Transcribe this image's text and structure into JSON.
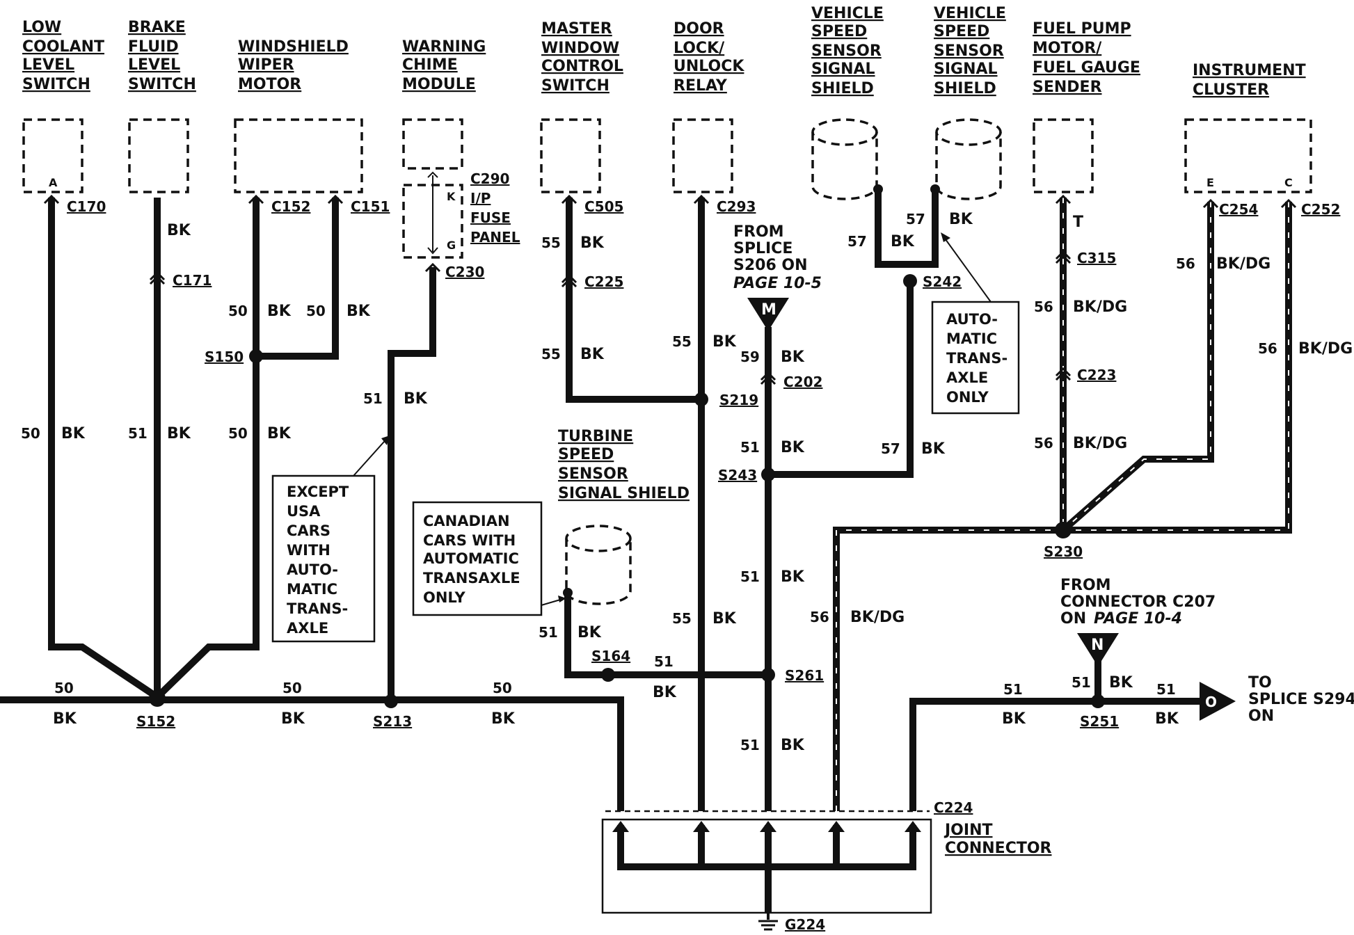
{
  "components": {
    "low_coolant": [
      "LOW",
      "COOLANT",
      "LEVEL",
      "SWITCH"
    ],
    "brake_fluid": [
      "BRAKE",
      "FLUID",
      "LEVEL",
      "SWITCH"
    ],
    "wiper_motor": [
      "WINDSHIELD",
      "WIPER",
      "MOTOR"
    ],
    "chime": [
      "WARNING",
      "CHIME",
      "MODULE"
    ],
    "window_switch": [
      "MASTER",
      "WINDOW",
      "CONTROL",
      "SWITCH"
    ],
    "door_relay": [
      "DOOR",
      "LOCK/",
      "UNLOCK",
      "RELAY"
    ],
    "vss_shield_1": [
      "VEHICLE",
      "SPEED",
      "SENSOR",
      "SIGNAL",
      "SHIELD"
    ],
    "vss_shield_2": [
      "VEHICLE",
      "SPEED",
      "SENSOR",
      "SIGNAL",
      "SHIELD"
    ],
    "fuel_pump": [
      "FUEL PUMP",
      "MOTOR/",
      "FUEL GAUGE",
      "SENDER"
    ],
    "cluster": [
      "INSTRUMENT",
      "CLUSTER"
    ],
    "fuse_panel": [
      "C290",
      "I/P",
      "FUSE",
      "PANEL"
    ],
    "turbine": [
      "TURBINE",
      "SPEED",
      "SENSOR",
      "SIGNAL SHIELD"
    ],
    "joint_connector": [
      "JOINT",
      "CONNECTOR"
    ]
  },
  "connectors": {
    "c170": "C170",
    "c171": "C171",
    "c152": "C152",
    "c151": "C151",
    "c230": "C230",
    "c505": "C505",
    "c225": "C225",
    "c293": "C293",
    "c202": "C202",
    "c315": "C315",
    "c223": "C223",
    "c254": "C254",
    "c252": "C252",
    "c224": "C224"
  },
  "pins": {
    "a": "A",
    "k": "K",
    "g": "G",
    "e": "E",
    "c": "C"
  },
  "splices": {
    "s150": "S150",
    "s152": "S152",
    "s213": "S213",
    "s219": "S219",
    "s242": "S242",
    "s243": "S243",
    "s164": "S164",
    "s261": "S261",
    "s230": "S230",
    "s251": "S251",
    "g224": "G224"
  },
  "circuits": {
    "c50": "50",
    "c51": "51",
    "c55": "55",
    "c56": "56",
    "c57": "57",
    "c59": "59"
  },
  "colors": {
    "bk": "BK",
    "t": "T",
    "bkdg": "BK/DG"
  },
  "notes": {
    "except_usa": [
      "EXCEPT",
      "USA",
      "CARS",
      "WITH",
      "AUTO-",
      "MATIC",
      "TRANS-",
      "AXLE"
    ],
    "canadian": [
      "CANADIAN",
      "CARS WITH",
      "AUTOMATIC",
      "TRANSAXLE",
      "ONLY"
    ],
    "auto_trans": [
      "AUTO-",
      "MATIC",
      "TRANS-",
      "AXLE",
      "ONLY"
    ]
  },
  "references": {
    "from_splice": [
      "FROM",
      "SPLICE",
      "S206 ON"
    ],
    "page_10_5": "PAGE 10-5",
    "from_connector": [
      "FROM",
      "CONNECTOR C207"
    ],
    "on_page": "ON",
    "page_10_4": "PAGE 10-4",
    "to_splice": [
      "TO",
      "SPLICE S294",
      "ON"
    ],
    "marker_m": "M",
    "marker_n": "N",
    "marker_o": "O"
  }
}
